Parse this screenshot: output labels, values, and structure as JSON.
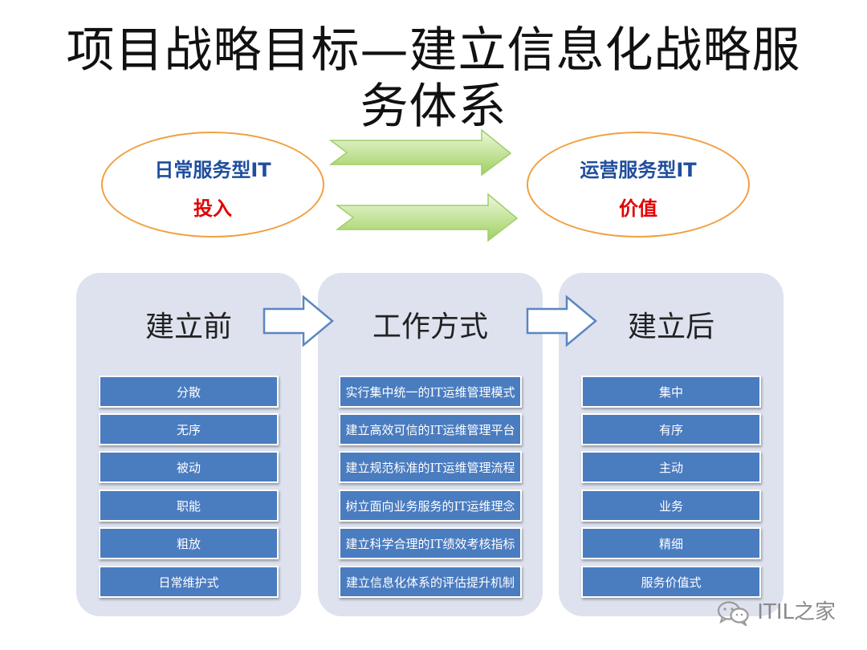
{
  "title": {
    "line1": "项目战略目标—建立信息化战略服",
    "line2": "务体系"
  },
  "ovals": {
    "left": {
      "label1": "日常服务型IT",
      "label2": "投入"
    },
    "right": {
      "label1": "运营服务型IT",
      "label2": "价值"
    }
  },
  "panels": [
    {
      "title": "建立前",
      "items": [
        "分散",
        "无序",
        "被动",
        "职能",
        "粗放",
        "日常维护式"
      ]
    },
    {
      "title": "工作方式",
      "items": [
        "实行集中统一的IT运维管理模式",
        "建立高效可信的IT运维管理平台",
        "建立规范标准的IT运维管理流程",
        "树立面向业务服务的IT运维理念",
        "建立科学合理的IT绩效考核指标",
        "建立信息化体系的评估提升机制"
      ]
    },
    {
      "title": "建立后",
      "items": [
        "集中",
        "有序",
        "主动",
        "业务",
        "精细",
        "服务价值式"
      ]
    }
  ],
  "watermark": {
    "text": "ITIL之家",
    "icon": "wechat-icon"
  },
  "colors": {
    "oval_border": "#f0a040",
    "oval_label": "#1f4e9c",
    "oval_value": "#e00000",
    "panel_bg": "#dde2ee",
    "item_bg": "#4a7cc0",
    "green_arrow": "#b6e07a"
  }
}
